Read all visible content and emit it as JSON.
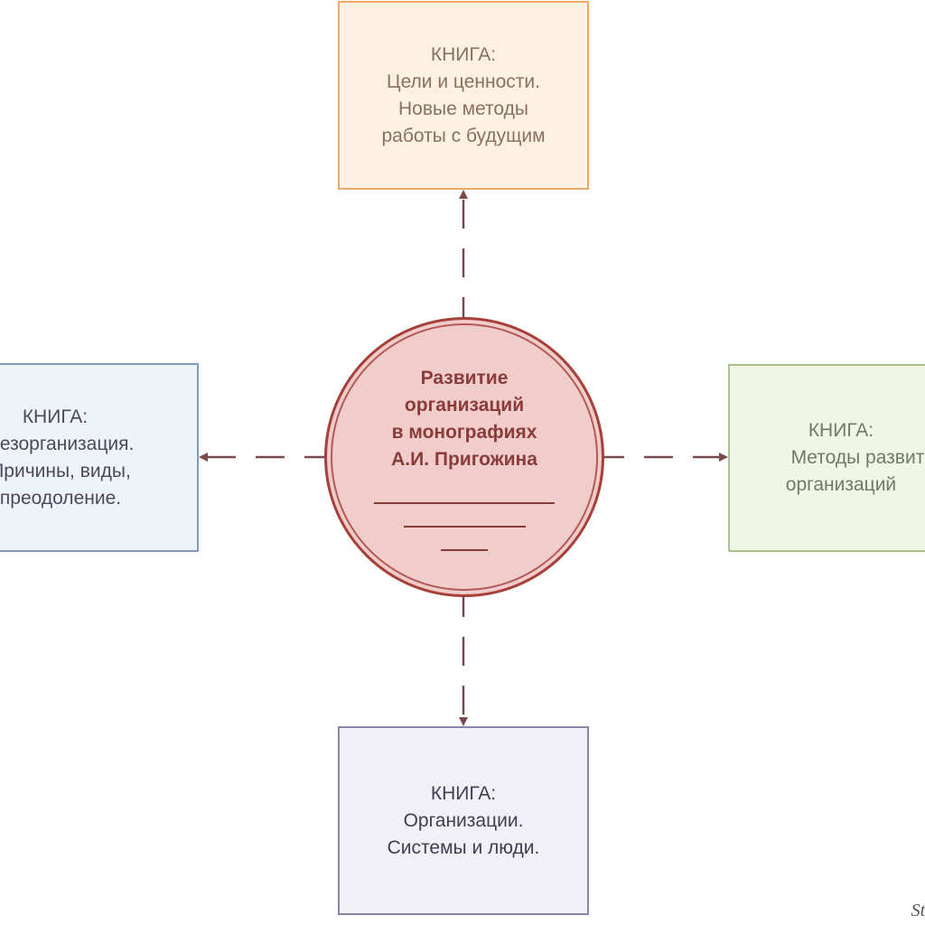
{
  "center": {
    "lines": [
      "Развитие",
      "организаций",
      "в монографиях",
      "А.И. Пригожина"
    ]
  },
  "books": {
    "top": {
      "heading": "КНИГА:",
      "lines": [
        "Цели и ценности.",
        "Новые методы",
        "работы с будущим"
      ]
    },
    "left": {
      "heading": "КНИГА:",
      "lines": [
        "Дезорганизация.",
        "Причины, виды,",
        "преодоление."
      ]
    },
    "right": {
      "heading": "КНИГА:",
      "lines": [
        "Методы развития",
        "организаций"
      ]
    },
    "bottom": {
      "heading": "КНИГА:",
      "lines": [
        "Организации.",
        "Системы и люди."
      ]
    }
  },
  "watermark": "Str",
  "colors": {
    "connector": "#7a4a4a",
    "center_border": "#a8403a",
    "center_fill": "#f0cccb",
    "top_border": "#f0a868",
    "left_border": "#7f9cc0",
    "right_border": "#a9c28a",
    "bottom_border": "#8a86a8"
  }
}
